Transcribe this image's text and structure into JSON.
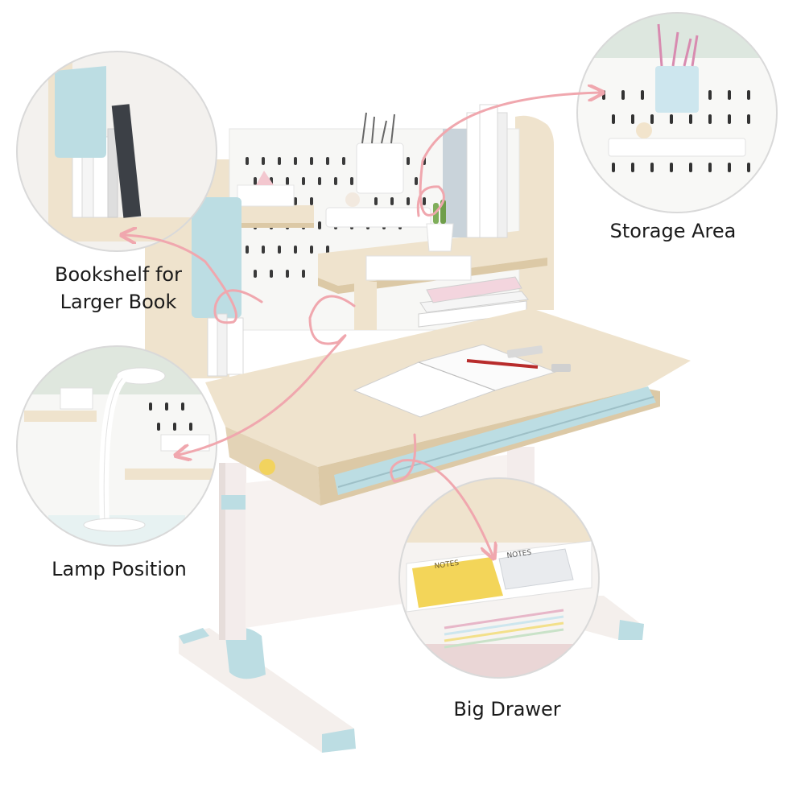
{
  "callouts": {
    "bookshelf": {
      "line1": "Bookshelf for",
      "line2": "Larger Book"
    },
    "storage": {
      "text": "Storage Area"
    },
    "lamp": {
      "text": "Lamp Position"
    },
    "drawer": {
      "text": "Big Drawer"
    }
  },
  "notes_labels": {
    "left": "NOTES",
    "right": "NOTES"
  },
  "colors": {
    "wood": "#efe3cd",
    "wood_dark": "#dcc9a6",
    "pegboard": "#f7f7f5",
    "frame": "#f3ecea",
    "accent_blue": "#bcdde3",
    "arrow_pink": "#f0a7ae",
    "circle_border": "#d9d9d9"
  }
}
